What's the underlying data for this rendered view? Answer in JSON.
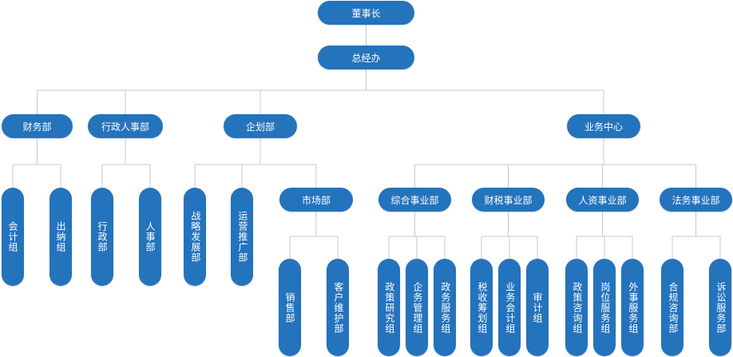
{
  "colors": {
    "node": "#2473bd",
    "line": "#c9c9c9",
    "background": "#ffffff"
  },
  "org": {
    "label": "董事长",
    "children": [
      {
        "label": "总经办",
        "children": [
          {
            "label": "财务部",
            "children": [
              {
                "label": "会计组"
              },
              {
                "label": "出纳组"
              }
            ]
          },
          {
            "label": "行政人事部",
            "children": [
              {
                "label": "行政部"
              },
              {
                "label": "人事部"
              }
            ]
          },
          {
            "label": "企划部",
            "children": [
              {
                "label": "战略发展部"
              },
              {
                "label": "运营推广部"
              },
              {
                "label": "市场部",
                "children": [
                  {
                    "label": "销售部"
                  },
                  {
                    "label": "客户维护部"
                  }
                ]
              }
            ]
          },
          {
            "label": "业务中心",
            "children": [
              {
                "label": "综合事业部",
                "children": [
                  {
                    "label": "政策研究组"
                  },
                  {
                    "label": "企务管理组"
                  },
                  {
                    "label": "政务服务组"
                  }
                ]
              },
              {
                "label": "财税事业部",
                "children": [
                  {
                    "label": "税收筹划组"
                  },
                  {
                    "label": "业务会计组"
                  },
                  {
                    "label": "审计组"
                  }
                ]
              },
              {
                "label": "人资事业部",
                "children": [
                  {
                    "label": "政策咨询组"
                  },
                  {
                    "label": "岗位服务组"
                  },
                  {
                    "label": "外事服务组"
                  }
                ]
              },
              {
                "label": "法务事业部",
                "children": [
                  {
                    "label": "合规咨询部"
                  },
                  {
                    "label": "诉讼服务部"
                  }
                ]
              }
            ]
          }
        ]
      }
    ]
  }
}
